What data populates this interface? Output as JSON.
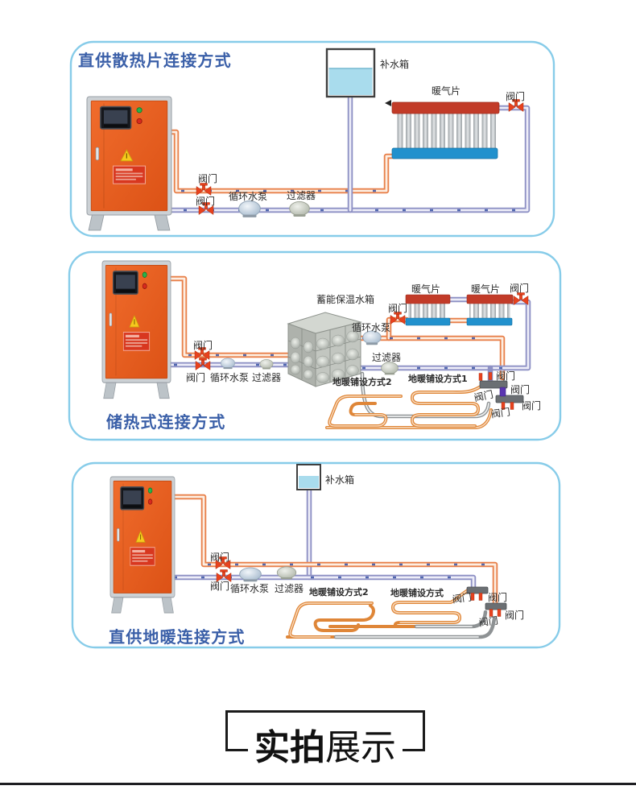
{
  "sections": [
    {
      "title": "直供散热片连接方式"
    },
    {
      "title": "储热式连接方式"
    },
    {
      "title": "直供地暖连接方式"
    }
  ],
  "labels": {
    "valve": "阀门",
    "pump": "循环水泵",
    "filter": "过滤器",
    "radiator": "暖气片",
    "makeup_tank": "补水箱",
    "storage_tank": "蓄能保温水箱",
    "floor_mode": "地暖铺设方式",
    "floor_mode_1": "地暖铺设方式1",
    "floor_mode_2": "地暖铺设方式2"
  },
  "banner": {
    "bold": "实拍",
    "regular": "展示"
  },
  "colors": {
    "panel_border": "#87cce9",
    "title": "#3a5fa8",
    "cabinet_orange": "#e65c20",
    "pipe_hot": "#e8804a",
    "pipe_return": "#8d90c4",
    "pipe_gray": "#8e9294",
    "coil": "#df8638",
    "valve": "#e8421e",
    "radiator_top": "#c23b28",
    "radiator_bottom": "#2191cd",
    "water": "#a9dced",
    "banner_text": "#111111"
  }
}
